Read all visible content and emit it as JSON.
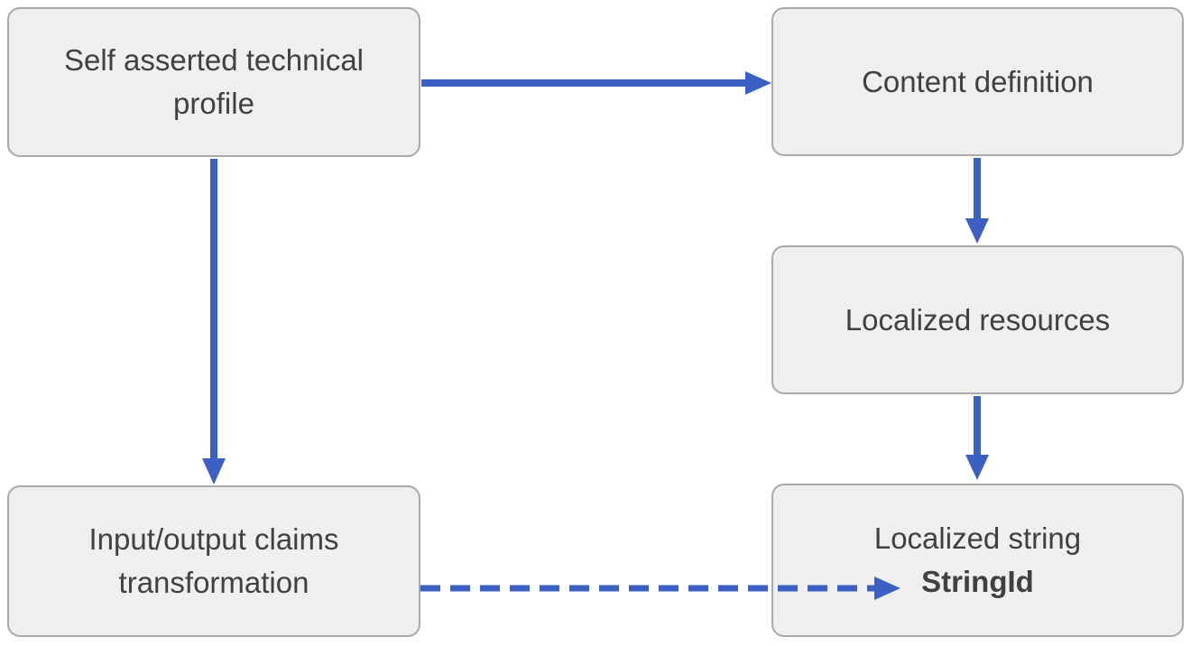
{
  "colors": {
    "accent": "#3B5FC2",
    "node_fill": "#EFEFEF",
    "node_border": "#A9A9A9",
    "text": "#404040",
    "background": "#FFFFFF"
  },
  "diagram": {
    "nodes": [
      {
        "id": "self-asserted-technical-profile",
        "label": "Self asserted technical profile"
      },
      {
        "id": "content-definition",
        "label": "Content definition"
      },
      {
        "id": "localized-resources",
        "label": "Localized resources"
      },
      {
        "id": "input-output-claims-transformation",
        "label": "Input/output claims transformation"
      },
      {
        "id": "localized-string",
        "label": "Localized string",
        "sublabel": "StringId"
      }
    ],
    "edges": [
      {
        "from": "self-asserted-technical-profile",
        "to": "content-definition",
        "style": "solid"
      },
      {
        "from": "self-asserted-technical-profile",
        "to": "input-output-claims-transformation",
        "style": "solid"
      },
      {
        "from": "content-definition",
        "to": "localized-resources",
        "style": "solid"
      },
      {
        "from": "localized-resources",
        "to": "localized-string",
        "style": "solid"
      },
      {
        "from": "input-output-claims-transformation",
        "to": "localized-string",
        "style": "dashed"
      }
    ]
  }
}
